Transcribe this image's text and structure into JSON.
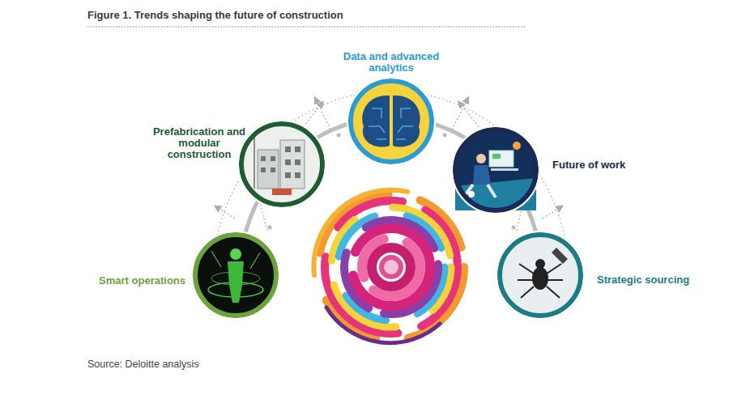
{
  "diagram": {
    "title": "Figure 1. Trends shaping the future of construction",
    "caption": "Source: Deloitte analysis",
    "nodes": [
      {
        "text": [
          "Smart operations"
        ]
      },
      {
        "text": [
          "Prefabrication and modular construction"
        ]
      },
      {
        "text": [
          "Data and advanced analytics"
        ]
      },
      {
        "text": [
          "Future of work"
        ]
      },
      {
        "text": [
          "Strategic sourcing"
        ]
      }
    ]
  }
}
